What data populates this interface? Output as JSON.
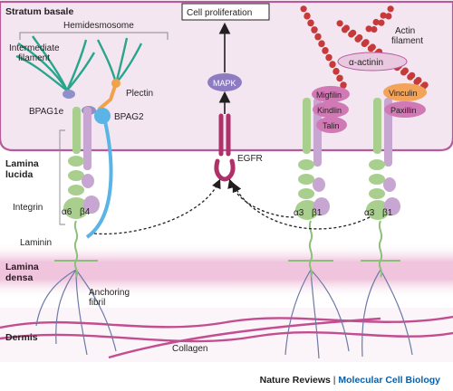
{
  "layers": {
    "stratum_basale": "Stratum basale",
    "lamina_lucida_1": "Lamina",
    "lamina_lucida_2": "lucida",
    "lamina_densa_1": "Lamina",
    "lamina_densa_2": "densa",
    "dermis": "Dermis"
  },
  "labels": {
    "hemidesmosome": "Hemidesmosome",
    "intermediate_filament_1": "Intermediate",
    "intermediate_filament_2": "filament",
    "plectin": "Plectin",
    "bpag1e": "BPAG1e",
    "bpag2": "BPAG2",
    "cell_proliferation": "Cell proliferation",
    "mapk": "MAPK",
    "egfr": "EGFR",
    "actin_filament_1": "Actin",
    "actin_filament_2": "filament",
    "alpha_actinin": "α-actinin",
    "migfilin": "Migfilin",
    "kindlin": "Kindlin",
    "talin": "Talin",
    "vinculin": "Vinculin",
    "paxillin": "Paxillin",
    "integrin": "Integrin",
    "alpha6": "α6",
    "beta4": "β4",
    "alpha3_left": "α3",
    "beta1_left": "β1",
    "alpha3_right": "α3",
    "beta1_right": "β1",
    "laminin": "Laminin",
    "anchoring_fibril_1": "Anchoring",
    "anchoring_fibril_2": "fibril",
    "collagen": "Collagen"
  },
  "credit": {
    "journal": "Nature Reviews",
    "separator": " | ",
    "section": "Molecular Cell Biology"
  },
  "colors": {
    "cell_fill": "#f3e6f1",
    "cell_border": "#b65a9c",
    "densa_band": "#efc4dc",
    "keratin": "#2aa58c",
    "plectin": "#f0a24a",
    "bpag1e": "#8f8fc9",
    "bpag2": "#5ab4e5",
    "integrin_green": "#a8cf8e",
    "integrin_purple": "#c8a6d2",
    "mapk": "#8e7cc3",
    "egfr": "#b0306a",
    "actin": "#c63a3a",
    "focal_adhesion": "#d079b4",
    "vinculin": "#f3a45b",
    "collagen": "#b9307e"
  }
}
